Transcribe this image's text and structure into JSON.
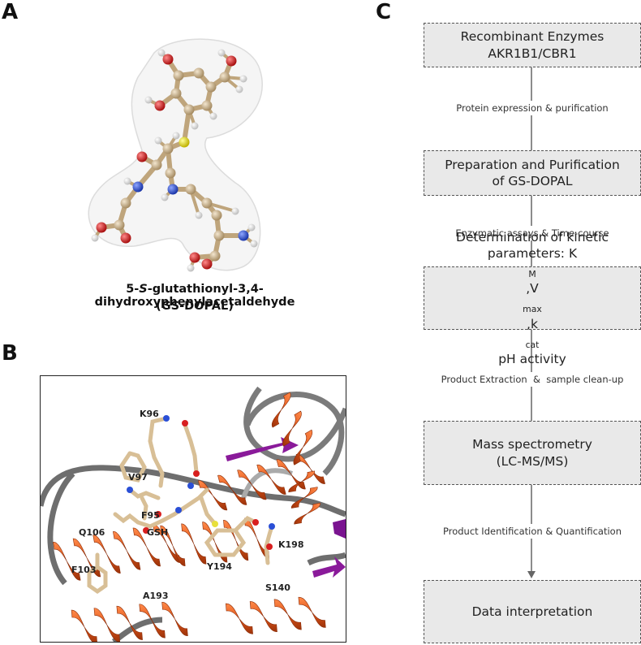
{
  "panels": {
    "a": {
      "label": "A",
      "caption_line1_prefix": "5-",
      "caption_line1_italic": "S",
      "caption_line1_rest": "-glutathionyl-3,4-dihydroxyphenylacetaldehyde",
      "caption_line2": "(GS-DOPAL)"
    },
    "b": {
      "label": "B",
      "residues": [
        "K96",
        "V97",
        "F95",
        "Q106",
        "GSH",
        "F103",
        "Y194",
        "K198",
        "S140",
        "A193"
      ]
    },
    "c": {
      "label": "C",
      "boxes": [
        {
          "lines": [
            "Recombinant Enzymes",
            "AKR1B1/CBR1"
          ]
        },
        {
          "lines": [
            "Preparation and Purification",
            "of GS-DOPAL"
          ]
        },
        {
          "line1": "Determination of kinetic",
          "line2_prefix": "parameters: K",
          "km_sub": "M",
          "sep1": ",V",
          "vmax_sub": "max",
          "sep2": ",k",
          "kcat_sub": "cat",
          "line3": "pH activity"
        },
        {
          "lines": [
            "Mass spectrometry",
            "(LC-MS/MS)"
          ]
        },
        {
          "lines": [
            "Data interpretation"
          ]
        }
      ],
      "steps": [
        "Protein expression & purification",
        "Enzymatic assays & Time-course",
        "Product Extraction  &  sample clean-up",
        "Product Identification & Quantification"
      ]
    }
  },
  "colors": {
    "carbon": "#c8b08a",
    "oxygen": "#d81f1f",
    "nitrogen": "#2a4fd6",
    "sulfur": "#e8e03a",
    "helix": "#e05a1e",
    "coil": "#6e6e6e",
    "strand": "#8a1a9a",
    "box_fill": "#e9e9e9"
  }
}
